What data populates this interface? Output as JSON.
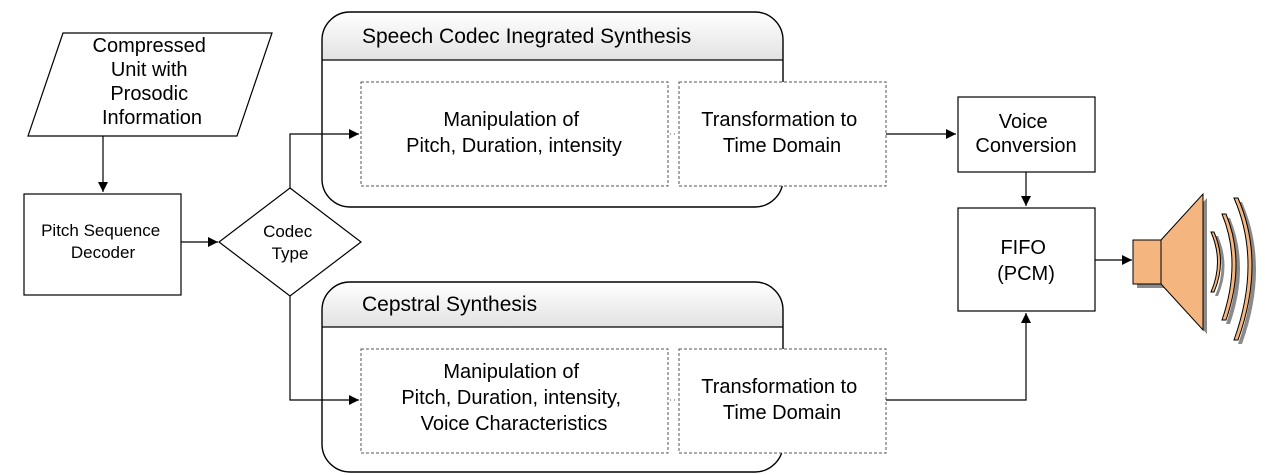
{
  "input_unit": {
    "lines": [
      "Compressed",
      "Unit with",
      "Prosodic",
      "Information"
    ]
  },
  "pitch_decoder": {
    "lines": [
      "Pitch Sequence",
      "Decoder"
    ]
  },
  "codec_type": {
    "lines": [
      "Codec",
      "Type"
    ]
  },
  "speech_codec_panel": {
    "title": "Speech Codec Inegrated Synthesis",
    "manipulation": {
      "lines": [
        "Manipulation of",
        "Pitch, Duration, intensity"
      ]
    },
    "transformation": {
      "lines": [
        "Transformation to",
        "Time Domain"
      ]
    }
  },
  "cepstral_panel": {
    "title": "Cepstral Synthesis",
    "manipulation": {
      "lines": [
        "Manipulation of",
        "Pitch, Duration, intensity,",
        "Voice Characteristics"
      ]
    },
    "transformation": {
      "lines": [
        "Transformation to",
        "Time Domain"
      ]
    }
  },
  "voice_conversion": {
    "lines": [
      "Voice",
      "Conversion"
    ]
  },
  "fifo": {
    "lines": [
      "FIFO",
      "(PCM)"
    ]
  },
  "colors": {
    "speaker_fill": "#f5b57e",
    "speaker_shadow": "#8a8a8a",
    "panel_header_top": "#ffffff",
    "panel_header_bottom": "#e4e4e4",
    "line": "#000000"
  }
}
